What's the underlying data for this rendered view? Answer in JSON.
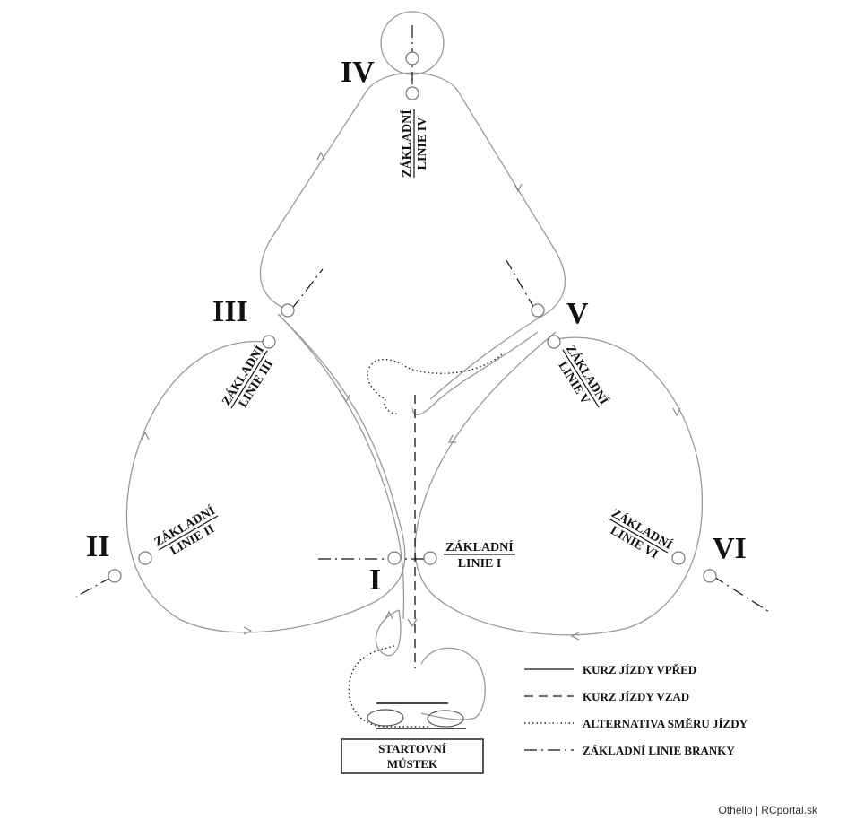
{
  "gates": {
    "i": "I",
    "ii": "II",
    "iii": "III",
    "iv": "IV",
    "v": "V",
    "vi": "VI"
  },
  "base_lines": {
    "i": {
      "top": "ZÁKLADNÍ",
      "bottom": "LINIE I"
    },
    "ii": {
      "top": "ZÁKLADNÍ",
      "bottom": "LINIE II"
    },
    "iii": {
      "top": "ZÁKLADNÍ",
      "bottom": "LINIE III"
    },
    "iv": {
      "top": "ZÁKLADNÍ",
      "bottom": "LINIE IV"
    },
    "v": {
      "top": "ZÁKLADNÍ",
      "bottom": "LINIE V"
    },
    "vi": {
      "top": "ZÁKLADNÍ",
      "bottom": "LINIE VI"
    }
  },
  "legend": {
    "forward": "KURZ JÍZDY VPŘED",
    "backward": "KURZ JÍZDY VZAD",
    "alternative": "ALTERNATIVA SMĚRU JÍZDY",
    "baseline": "ZÁKLADNÍ LINIE BRANKY"
  },
  "start_pier": {
    "line1": "STARTOVNÍ",
    "line2": "MŮSTEK"
  },
  "credit": "Othello | RCportal.sk"
}
